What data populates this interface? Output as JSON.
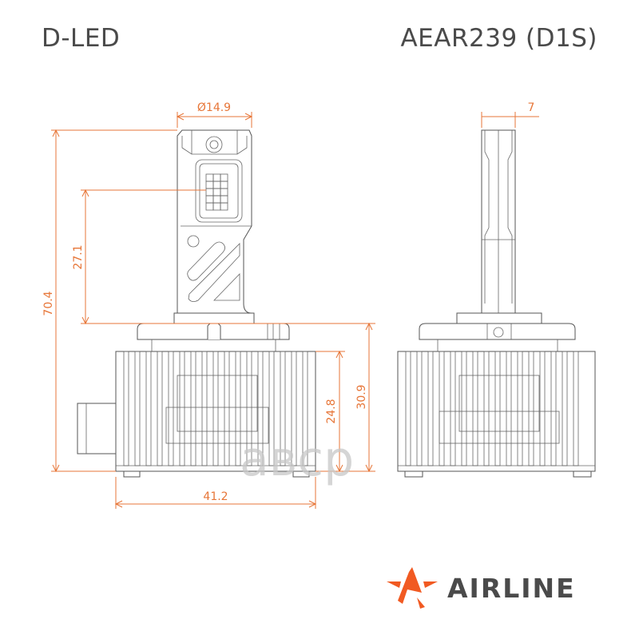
{
  "header": {
    "product_type": "D-LED",
    "model": "AEAR239 (D1S)"
  },
  "dimensions": {
    "diameter": "Ø14.9",
    "side_width": "7",
    "total_height": "70.4",
    "led_height": "27.1",
    "base_height": "30.9",
    "body_height": "24.8",
    "body_width": "41.2"
  },
  "watermark": "авср",
  "brand": {
    "name": "AIRLINE",
    "accent": "#f15a22",
    "text_color": "#4a4a4a"
  },
  "colors": {
    "dimension": "#e77638",
    "outline": "#555555"
  }
}
